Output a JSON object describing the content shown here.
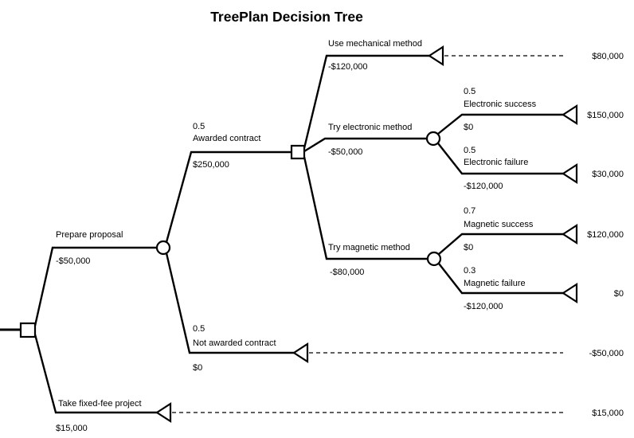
{
  "title": "TreePlan Decision Tree",
  "colors": {
    "line": "#000000",
    "text": "#000000",
    "background": "#ffffff"
  },
  "tree": {
    "nodes": {
      "root": {
        "type": "decision"
      },
      "proposal_outcome": {
        "type": "chance"
      },
      "method_choice": {
        "type": "decision"
      },
      "electronic_outcome": {
        "type": "chance"
      },
      "magnetic_outcome": {
        "type": "chance"
      }
    },
    "branches": {
      "prepare_proposal": {
        "label": "Prepare proposal",
        "cost": "-$50,000"
      },
      "take_fixed_fee": {
        "label": "Take fixed-fee project",
        "cost": "$15,000",
        "endpoint": "$15,000"
      },
      "awarded_contract": {
        "prob": "0.5",
        "label": "Awarded contract",
        "cost": "$250,000"
      },
      "not_awarded_contract": {
        "prob": "0.5",
        "label": "Not awarded contract",
        "cost": "$0",
        "endpoint": "-$50,000"
      },
      "use_mechanical": {
        "label": "Use mechanical method",
        "cost": "-$120,000",
        "endpoint": "$80,000"
      },
      "try_electronic": {
        "label": "Try electronic method",
        "cost": "-$50,000"
      },
      "electronic_success": {
        "prob": "0.5",
        "label": "Electronic success",
        "cost": "$0",
        "endpoint": "$150,000"
      },
      "electronic_failure": {
        "prob": "0.5",
        "label": "Electronic failure",
        "cost": "-$120,000",
        "endpoint": "$30,000"
      },
      "try_magnetic": {
        "label": "Try magnetic method",
        "cost": "-$80,000"
      },
      "magnetic_success": {
        "prob": "0.7",
        "label": "Magnetic success",
        "cost": "$0",
        "endpoint": "$120,000"
      },
      "magnetic_failure": {
        "prob": "0.3",
        "label": "Magnetic failure",
        "cost": "-$120,000",
        "endpoint": "$0"
      }
    }
  }
}
